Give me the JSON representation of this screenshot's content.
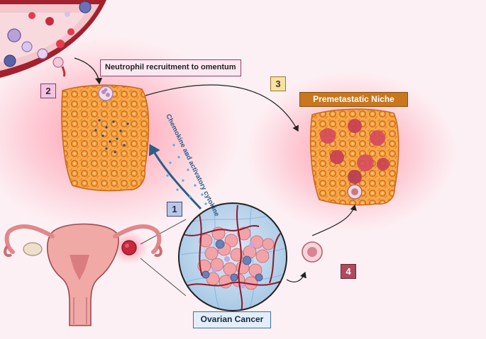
{
  "labels": {
    "neutrophil_recruitment": "Neutrophil recruitment to omentum",
    "premetastatic_niche": "Premetastatic Niche",
    "chemokine": "Chemokine and activatory cytokine",
    "ovarian_cancer": "Ovarian Cancer"
  },
  "steps": [
    "1",
    "2",
    "3",
    "4"
  ],
  "colors": {
    "background": "#fdf0f4",
    "glow": "#ff4d6d",
    "omentum": "#f0922e",
    "vessel": "#a3202e",
    "step1": "#b9c7e6",
    "step2": "#efc6e0",
    "step3": "#f6e2a4",
    "step4": "#b04a5f",
    "niche_banner": "#c8771e",
    "cancer_box_border": "#3c6fa6"
  },
  "icons": [
    "blood-vessel-icon",
    "omentum-icon",
    "neutrophil-icon",
    "uterus-ovary-icon",
    "tumor-magnified-icon"
  ]
}
